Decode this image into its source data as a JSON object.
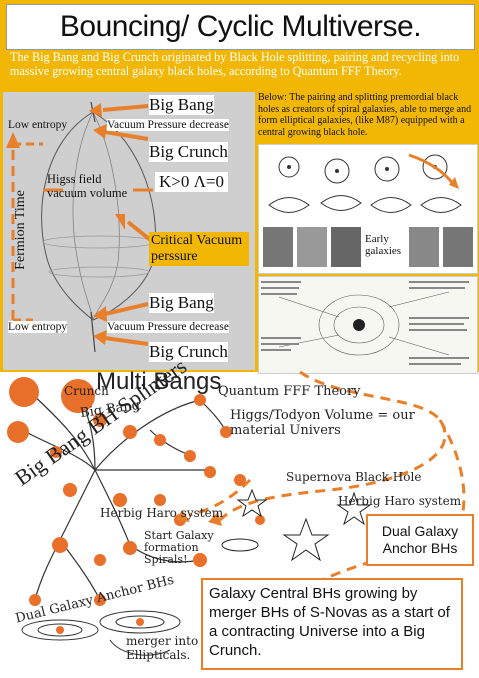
{
  "title": "Bouncing/ Cyclic Multiverse.",
  "intro": "The Big Bang and Big Crunch originated by Black Hole splitting, pairing and recycling into massive growing central galaxy black holes, according to Quantum FFF Theory.",
  "diagram": {
    "big_bang_top": "Big Bang",
    "low_entropy_top": "Low entropy",
    "vacuum_pressure_top": "Vacuum Pressure decrease",
    "big_crunch_top": "Big Crunch",
    "higgs_field": "Higss field vacuum volume",
    "k_lambda": "K>0 Λ=0",
    "fermion_time": "Fermion Time",
    "critical_vacuum": "Critical Vacuum perssure",
    "big_bang_bottom": "Big Bang",
    "low_entropy_bottom": "Low entropy",
    "vacuum_pressure_bottom": "Vacuum Pressure decrease",
    "big_crunch_bottom": "Big Crunch"
  },
  "right_caption": "Below: The pairing and splitting premordial black holes as creators of spiral galaxies, able to merge and form elliptical galaxies, (like M87) equipped with a central growing black hole.",
  "early_galaxies": "Early galaxies",
  "sketch": {
    "multi_bangs": "Multi Bangs",
    "crunch": "Crunch",
    "quantum_fff": "Quantum FFF Theory",
    "big_bang": "Big Bang",
    "higgs_toduyon": "Higgs/Todyon Volume = our material Univers",
    "bh_splinters": "Big Bang BH Splinters",
    "supernova_bh": "Supernova Black Hole",
    "herbig_haro_right": "Herbig Haro system",
    "herbig_haro_left": "Herbig Haro system",
    "start_galaxy": "Start Galaxy formation Spirals!",
    "dual_galaxy_left": "Dual Galaxy Anchor BHs",
    "merger": "merger into Ellipticals."
  },
  "dual_galaxy_box": "Dual Galaxy Anchor BHs",
  "bottom_box": "Galaxy Central BHs growing by merger BHs of S-Novas as a start of a contracting Universe into a Big Crunch.",
  "colors": {
    "accent_yellow": "#f2b705",
    "orange": "#e87f2a",
    "blob": "#e8702a"
  }
}
